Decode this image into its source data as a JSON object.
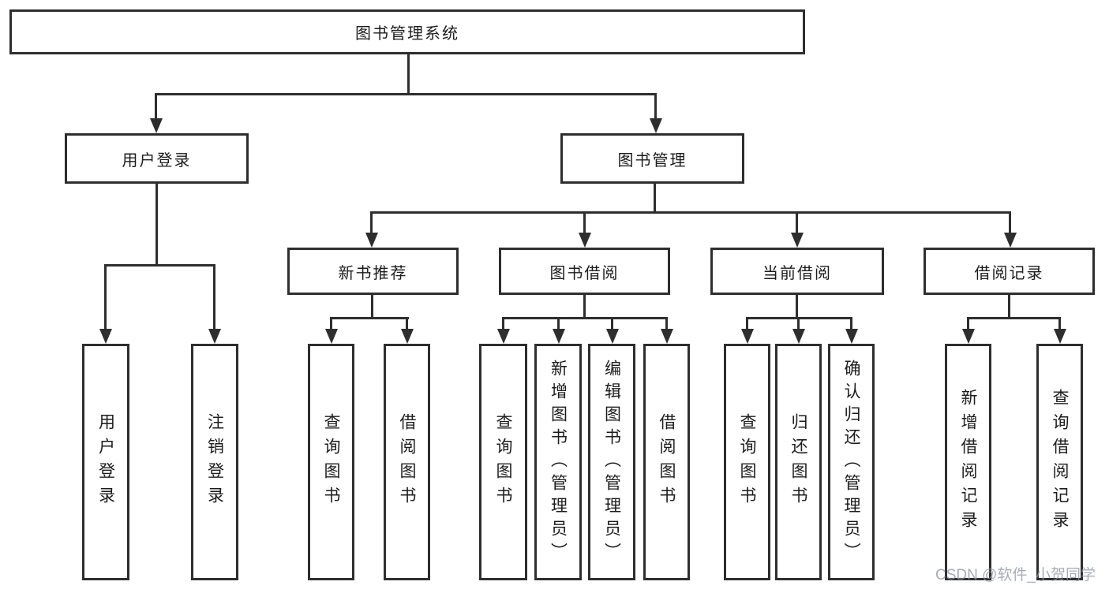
{
  "tree": {
    "root": "图书管理系统",
    "children": [
      {
        "label": "用户登录",
        "children": [
          {
            "label": "用户登录"
          },
          {
            "label": "注销登录"
          }
        ]
      },
      {
        "label": "图书管理",
        "children": [
          {
            "label": "新书推荐",
            "children": [
              {
                "label": "查询图书"
              },
              {
                "label": "借阅图书"
              }
            ]
          },
          {
            "label": "图书借阅",
            "children": [
              {
                "label": "查询图书"
              },
              {
                "label": "新增图书（管理员）"
              },
              {
                "label": "编辑图书（管理员）"
              },
              {
                "label": "借阅图书"
              }
            ]
          },
          {
            "label": "当前借阅",
            "children": [
              {
                "label": "查询图书"
              },
              {
                "label": "归还图书"
              },
              {
                "label": "确认归还（管理员）"
              }
            ]
          },
          {
            "label": "借阅记录",
            "children": [
              {
                "label": "新增借阅记录"
              },
              {
                "label": "查询借阅记录"
              }
            ]
          }
        ]
      }
    ]
  },
  "watermark": "CSDN @软件_小贺同学",
  "colors": {
    "line": "#2e2e2e",
    "text": "#1c1c1c",
    "background": "#ffffff",
    "watermark_gray": "#8c96a3"
  }
}
